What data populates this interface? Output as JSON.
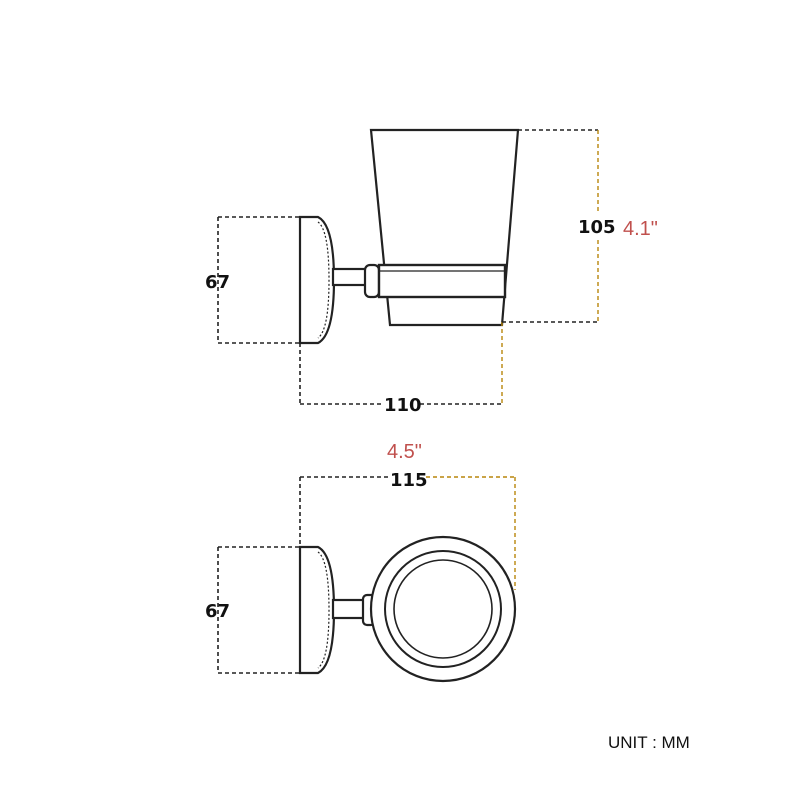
{
  "side_view": {
    "height_mm": "67",
    "depth_mm": "110",
    "cup_height_mm": "105",
    "cup_height_in": "4.1\""
  },
  "top_view": {
    "height_mm": "67",
    "width_mm": "115",
    "width_in": "4.5\""
  },
  "unit_label": "UNIT : MM",
  "colors": {
    "line": "#222222",
    "inch_text": "#c0504d",
    "accent_dash": "#b8860b"
  }
}
